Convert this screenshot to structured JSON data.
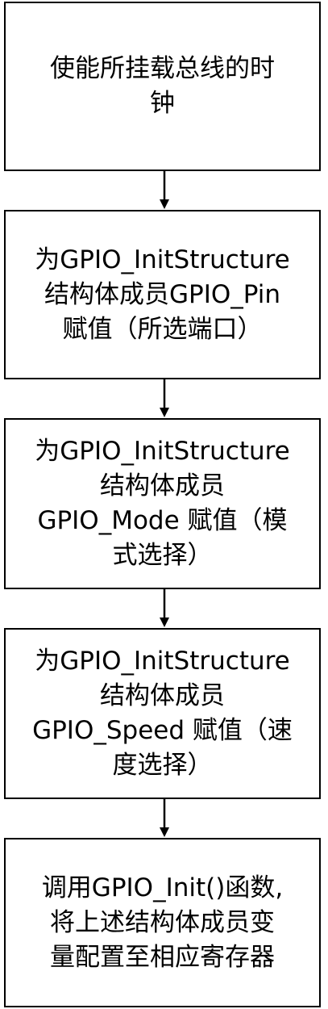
{
  "flowchart": {
    "steps": [
      {
        "lines": [
          "使能所挂载总线的时",
          "钟"
        ]
      },
      {
        "lines": [
          "为GPIO_InitStructure",
          "结构体成员GPIO_Pin",
          "赋值（所选端口）"
        ]
      },
      {
        "lines": [
          "为GPIO_InitStructure",
          "结构体成员",
          "GPIO_Mode 赋值（模",
          "式选择）"
        ]
      },
      {
        "lines": [
          "为GPIO_InitStructure",
          "结构体成员",
          "GPIO_Speed 赋值（速",
          "度选择）"
        ]
      },
      {
        "lines": [
          "调用GPIO_Init()函数,",
          "将上述结构体成员变",
          "量配置至相应寄存器"
        ]
      }
    ]
  },
  "colors": {
    "border": "#000000",
    "arrow": "#000000",
    "text": "#000000",
    "background": "#ffffff"
  }
}
